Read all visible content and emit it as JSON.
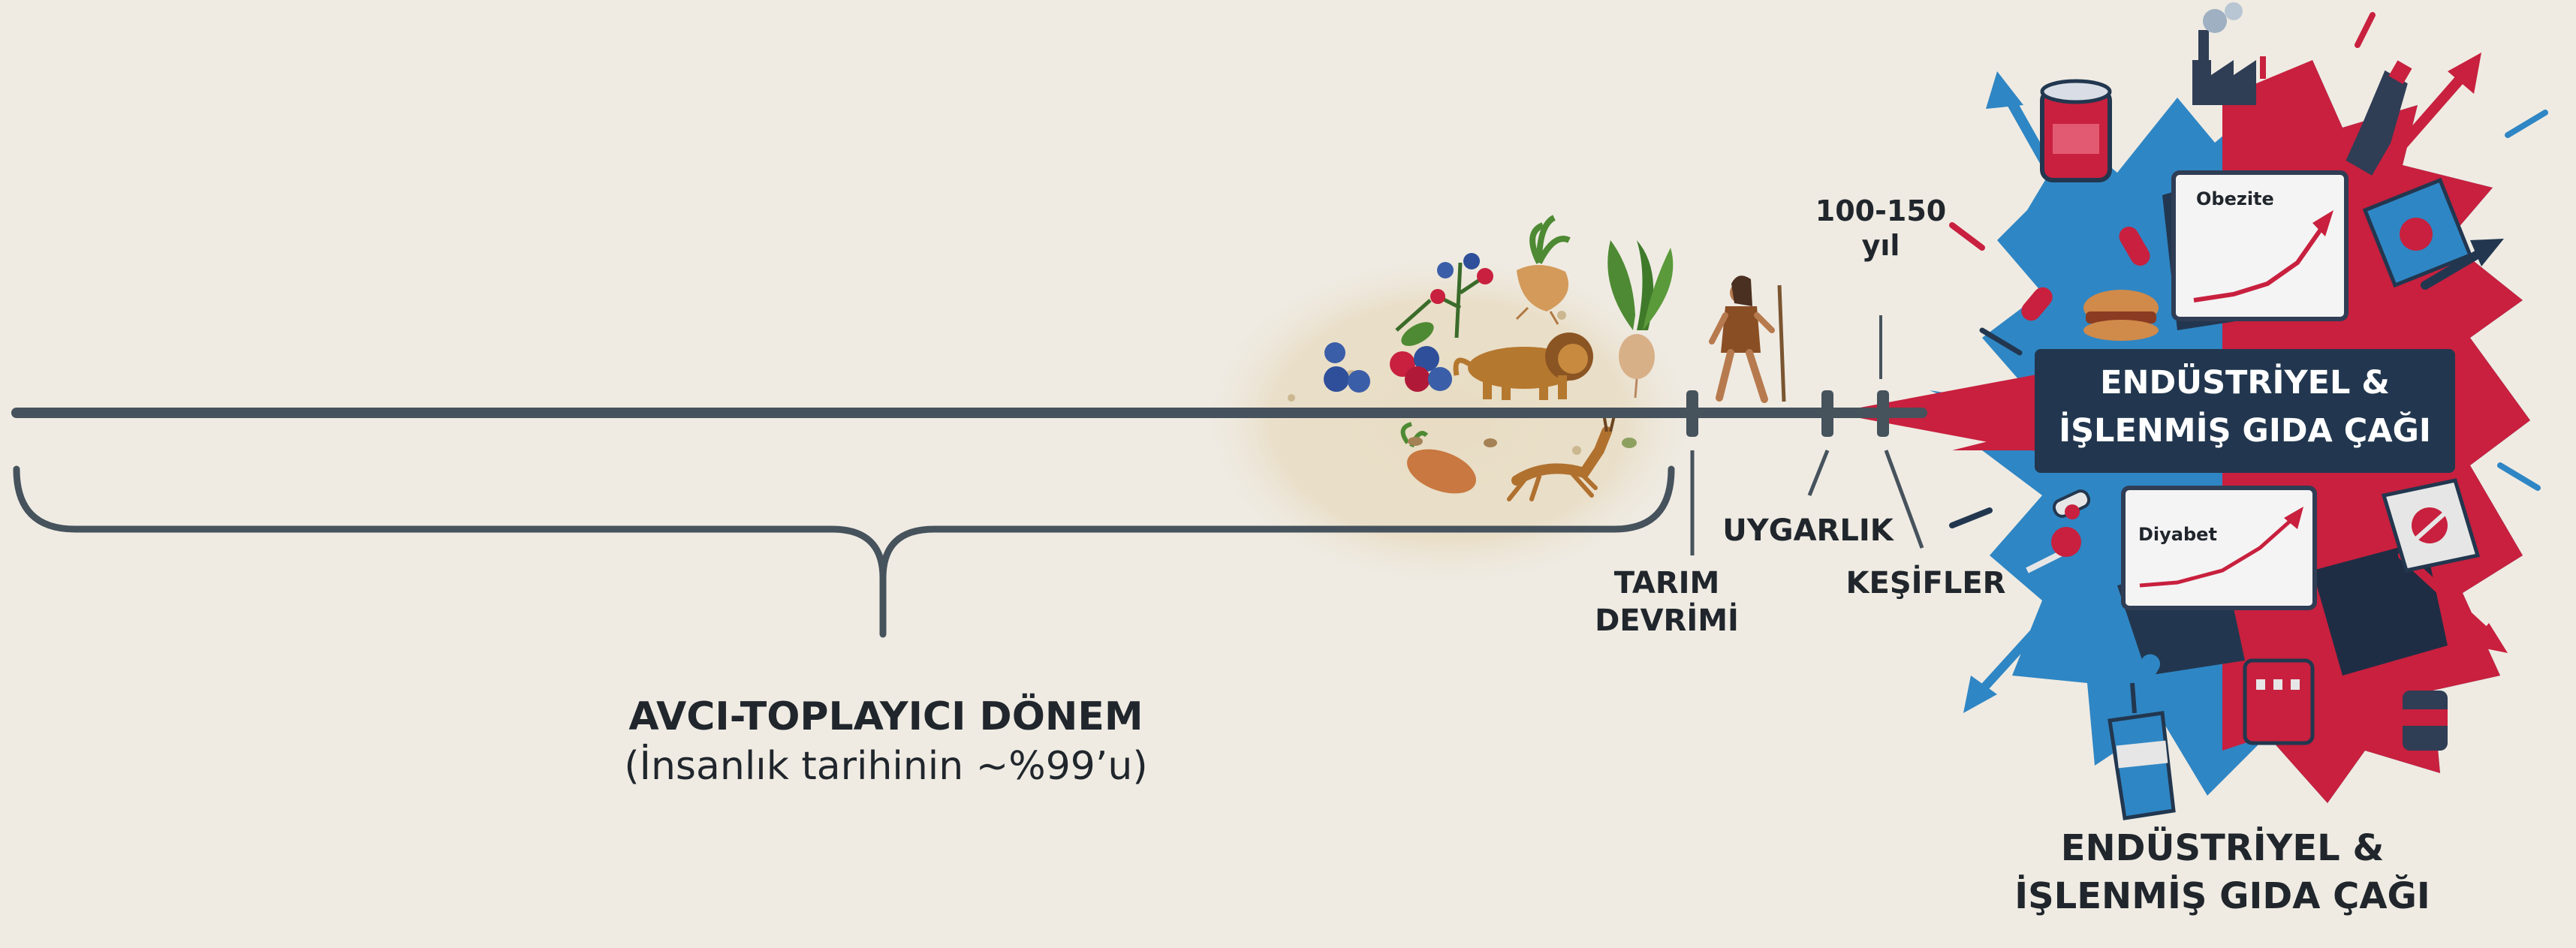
{
  "era_main": {
    "title": "AVCI-TOPLAYICI DÖNEM",
    "note": "(İnsanlık tarihinin ~%99’u)"
  },
  "milestones": {
    "agri_1": "TARIM",
    "agri_2": "DEVRİMİ",
    "civ": "UYGARLIK",
    "disc": "KEŞİFLER"
  },
  "duration": {
    "value": "100-150",
    "unit": "yıl"
  },
  "industrial_banner": {
    "line1": "ENDÜSTRİYEL &",
    "line2": "İŞLENMİŞ GIDA ÇAĞI"
  },
  "industrial_caption": {
    "line1": "ENDÜSTRİYEL &",
    "line2": "İŞLENMİŞ GIDA ÇAĞI"
  },
  "charts": {
    "obesity": "Obezite",
    "diabetes": "Diyabet"
  },
  "colors": {
    "background": "#efebe3",
    "timeline": "#46525c",
    "red": "#c8203e",
    "blue": "#2f86c4",
    "navy": "#22374f",
    "text": "#20262c"
  }
}
